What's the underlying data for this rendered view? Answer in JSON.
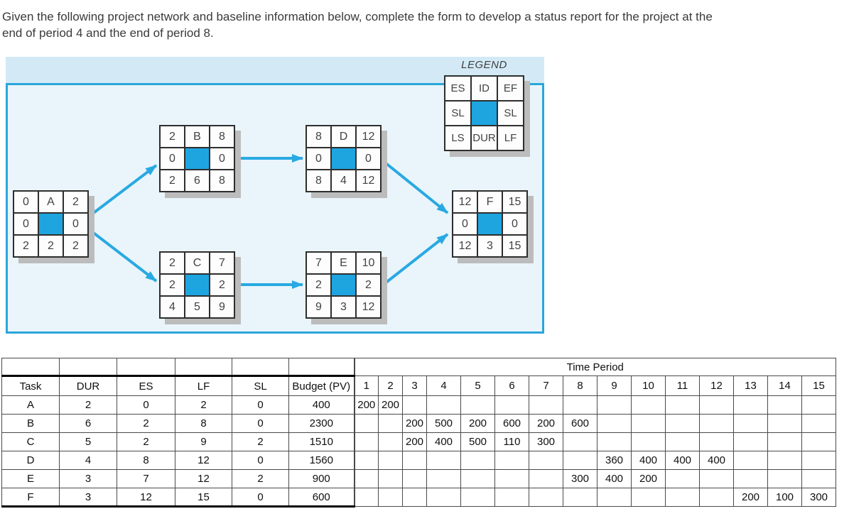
{
  "instruction": {
    "line1": "Given the following project network and baseline information below, complete the form to develop a status report for the project at the",
    "line2": "end of period 4 and the end of period 8."
  },
  "colors": {
    "panel_band": "#d3eaf6",
    "panel_fill": "#e9f5fb",
    "panel_border": "#2ba6da",
    "node_center": "#1ea5e0",
    "arrow": "#29a9e2",
    "node_border": "#2e2e2e",
    "shadow": "#bcbcbc"
  },
  "network": {
    "legend": {
      "title": "LEGEND",
      "cells": [
        "ES",
        "ID",
        "EF",
        "SL",
        "",
        "SL",
        "LS",
        "DUR",
        "LF"
      ]
    },
    "nodes": [
      {
        "id": "A",
        "cells": [
          "0",
          "A",
          "2",
          "0",
          "",
          "0",
          "2",
          "2",
          "2"
        ]
      },
      {
        "id": "B",
        "cells": [
          "2",
          "B",
          "8",
          "0",
          "",
          "0",
          "2",
          "6",
          "8"
        ]
      },
      {
        "id": "C",
        "cells": [
          "2",
          "C",
          "7",
          "2",
          "",
          "2",
          "4",
          "5",
          "9"
        ]
      },
      {
        "id": "D",
        "cells": [
          "8",
          "D",
          "12",
          "0",
          "",
          "0",
          "8",
          "4",
          "12"
        ]
      },
      {
        "id": "E",
        "cells": [
          "7",
          "E",
          "10",
          "2",
          "",
          "2",
          "9",
          "3",
          "12"
        ]
      },
      {
        "id": "F",
        "cells": [
          "12",
          "F",
          "15",
          "0",
          "",
          "0",
          "12",
          "3",
          "15"
        ]
      }
    ],
    "edges": [
      {
        "from": "A",
        "to": "B"
      },
      {
        "from": "A",
        "to": "C"
      },
      {
        "from": "B",
        "to": "D"
      },
      {
        "from": "C",
        "to": "E"
      },
      {
        "from": "D",
        "to": "F"
      },
      {
        "from": "E",
        "to": "F"
      }
    ]
  },
  "table": {
    "time_period_label": "Time Period",
    "columns": [
      "Task",
      "DUR",
      "ES",
      "LF",
      "SL",
      "Budget (PV)"
    ],
    "period_columns": [
      "1",
      "2",
      "3",
      "4",
      "5",
      "6",
      "7",
      "8",
      "9",
      "10",
      "11",
      "12",
      "13",
      "14",
      "15"
    ],
    "rows": [
      {
        "task": "A",
        "dur": "2",
        "es": "0",
        "lf": "2",
        "sl": "0",
        "budget": "400",
        "periods": [
          "200",
          "200",
          "",
          "",
          "",
          "",
          "",
          "",
          "",
          "",
          "",
          "",
          "",
          "",
          ""
        ]
      },
      {
        "task": "B",
        "dur": "6",
        "es": "2",
        "lf": "8",
        "sl": "0",
        "budget": "2300",
        "periods": [
          "",
          "",
          "200",
          "500",
          "200",
          "600",
          "200",
          "600",
          "",
          "",
          "",
          "",
          "",
          "",
          ""
        ]
      },
      {
        "task": "C",
        "dur": "5",
        "es": "2",
        "lf": "9",
        "sl": "2",
        "budget": "1510",
        "periods": [
          "",
          "",
          "200",
          "400",
          "500",
          "110",
          "300",
          "",
          "",
          "",
          "",
          "",
          "",
          "",
          ""
        ]
      },
      {
        "task": "D",
        "dur": "4",
        "es": "8",
        "lf": "12",
        "sl": "0",
        "budget": "1560",
        "periods": [
          "",
          "",
          "",
          "",
          "",
          "",
          "",
          "",
          "360",
          "400",
          "400",
          "400",
          "",
          "",
          ""
        ]
      },
      {
        "task": "E",
        "dur": "3",
        "es": "7",
        "lf": "12",
        "sl": "2",
        "budget": "900",
        "periods": [
          "",
          "",
          "",
          "",
          "",
          "",
          "",
          "300",
          "400",
          "200",
          "",
          "",
          "",
          "",
          ""
        ]
      },
      {
        "task": "F",
        "dur": "3",
        "es": "12",
        "lf": "15",
        "sl": "0",
        "budget": "600",
        "periods": [
          "",
          "",
          "",
          "",
          "",
          "",
          "",
          "",
          "",
          "",
          "",
          "",
          "200",
          "100",
          "300"
        ]
      }
    ]
  }
}
